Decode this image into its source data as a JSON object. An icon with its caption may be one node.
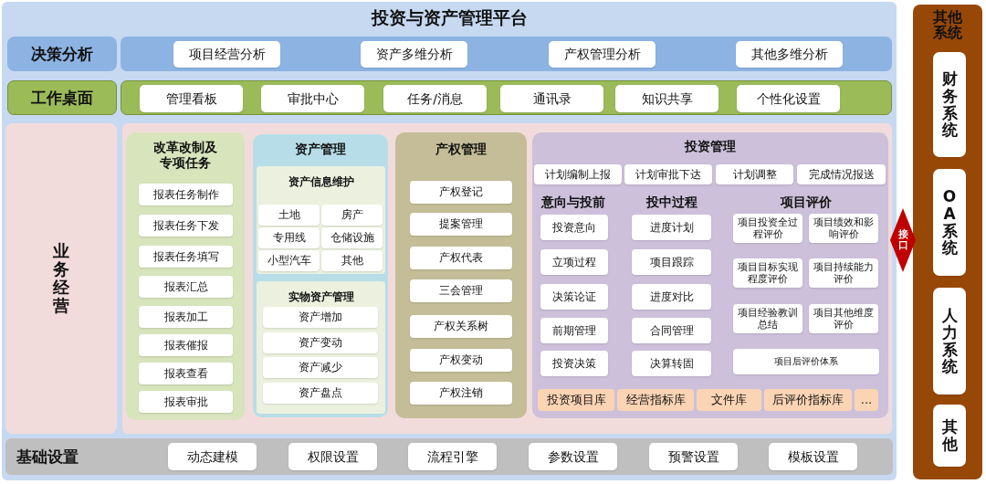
{
  "diagram": {
    "title": "投资与资产管理平台",
    "nodes": [
      {
        "text": [],
        "shape": "box"
      },
      {
        "text": [
          "决策分析"
        ],
        "in": 0
      },
      {
        "text": [],
        "shape": "bar",
        "in": 0
      },
      {
        "text": [
          "项目经营分析"
        ],
        "in": 2
      },
      {
        "text": [
          "资产多维分析"
        ],
        "in": 2
      },
      {
        "text": [
          "产权管理分析"
        ],
        "in": 2
      },
      {
        "text": [
          "其他多维分析"
        ],
        "in": 2
      },
      {
        "text": [
          "工作桌面"
        ],
        "in": 0
      },
      {
        "text": [],
        "shape": "bar",
        "in": 0
      },
      {
        "text": [
          "管理看板"
        ],
        "in": 8
      },
      {
        "text": [
          "审批中心"
        ],
        "in": 8
      },
      {
        "text": [
          "任务/消息"
        ],
        "in": 8
      },
      {
        "text": [
          "通讯录"
        ],
        "in": 8
      },
      {
        "text": [
          "知识共享"
        ],
        "in": 8
      },
      {
        "text": [
          "个性化设置"
        ],
        "in": 8
      },
      {
        "text": [
          "业务经营"
        ],
        "in": 0
      },
      {
        "text": [],
        "shape": "box",
        "in": 0
      },
      {
        "text": [
          "改革改制及专项任务"
        ],
        "in": 16
      },
      {
        "text": [
          "报表任务制作"
        ],
        "in": 17
      },
      {
        "text": [
          "报表任务下发"
        ],
        "in": 17
      },
      {
        "text": [
          "报表任务填写"
        ],
        "in": 17
      },
      {
        "text": [
          "报表汇总"
        ],
        "in": 17
      },
      {
        "text": [
          "报表加工"
        ],
        "in": 17
      },
      {
        "text": [
          "报表催报"
        ],
        "in": 17
      },
      {
        "text": [
          "报表查看"
        ],
        "in": 17
      },
      {
        "text": [
          "报表审批"
        ],
        "in": 17
      },
      {
        "text": [
          "资产管理"
        ],
        "in": 16
      },
      {
        "text": [
          "资产信息维护"
        ],
        "in": 26
      },
      {
        "text": [
          "土地"
        ],
        "in": 27
      },
      {
        "text": [
          "房产"
        ],
        "in": 27
      },
      {
        "text": [
          "专用线"
        ],
        "in": 27
      },
      {
        "text": [
          "仓储设施"
        ],
        "in": 27
      },
      {
        "text": [
          "小型汽车"
        ],
        "in": 27
      },
      {
        "text": [
          "其他"
        ],
        "in": 27
      },
      {
        "text": [
          "实物资产管理"
        ],
        "in": 26
      },
      {
        "text": [
          "资产增加"
        ],
        "in": 34
      },
      {
        "text": [
          "资产变动"
        ],
        "in": 34
      },
      {
        "text": [
          "资产减少"
        ],
        "in": 34
      },
      {
        "text": [
          "资产盘点"
        ],
        "in": 34
      },
      {
        "text": [
          "产权管理"
        ],
        "in": 16
      },
      {
        "text": [
          "产权登记"
        ],
        "in": 39
      },
      {
        "text": [
          "提案管理"
        ],
        "in": 39
      },
      {
        "text": [
          "产权代表"
        ],
        "in": 39
      },
      {
        "text": [
          "三会管理"
        ],
        "in": 39
      },
      {
        "text": [
          "产权关系树"
        ],
        "in": 39
      },
      {
        "text": [
          "产权变动"
        ],
        "in": 39
      },
      {
        "text": [
          "产权注销"
        ],
        "in": 39
      },
      {
        "text": [
          "投资管理"
        ],
        "in": 16
      },
      {
        "text": [
          "计划编制上报"
        ],
        "in": 47
      },
      {
        "text": [
          "计划审批下达"
        ],
        "in": 47
      },
      {
        "text": [
          "计划调整"
        ],
        "in": 47
      },
      {
        "text": [
          "完成情况报送"
        ],
        "in": 47
      },
      {
        "text": [
          "投资意向"
        ],
        "in": 47
      },
      {
        "text": [
          "立项过程"
        ],
        "in": 47
      },
      {
        "text": [
          "决策论证"
        ],
        "in": 47
      },
      {
        "text": [
          "前期管理"
        ],
        "in": 47
      },
      {
        "text": [
          "投资决策"
        ],
        "in": 47
      },
      {
        "text": [
          "进度计划"
        ],
        "in": 47
      },
      {
        "text": [
          "项目跟踪"
        ],
        "in": 47
      },
      {
        "text": [
          "进度对比"
        ],
        "in": 47
      },
      {
        "text": [
          "合同管理"
        ],
        "in": 47
      },
      {
        "text": [
          "决算转固"
        ],
        "in": 47
      },
      {
        "text": [
          "项目投资全过程评价"
        ],
        "in": 47
      },
      {
        "text": [
          "项目绩效和影响评价"
        ],
        "in": 47
      },
      {
        "text": [
          "项目目标实现程度评价"
        ],
        "in": 47
      },
      {
        "text": [
          "项目持续能力评价"
        ],
        "in": 47
      },
      {
        "text": [
          "项目经验教训总结"
        ],
        "in": 47
      },
      {
        "text": [
          "项目其他维度评价"
        ],
        "in": 47
      },
      {
        "text": [
          "项目后评价体系"
        ],
        "in": 47
      },
      {
        "text": [
          "投资项目库"
        ],
        "in": 47
      },
      {
        "text": [
          "经营指标库"
        ],
        "in": 47
      },
      {
        "text": [
          "文件库"
        ],
        "in": 47
      },
      {
        "text": [
          "后评价指标库"
        ],
        "in": 47
      },
      {
        "text": [
          "..."
        ],
        "in": 47
      },
      {
        "text": [
          "基础设置"
        ],
        "in": 0
      },
      {
        "text": [
          "动态建模"
        ],
        "in": 74
      },
      {
        "text": [
          "权限设置"
        ],
        "in": 74
      },
      {
        "text": [
          "流程引擎"
        ],
        "in": 74
      },
      {
        "text": [
          "参数设置"
        ],
        "in": 74
      },
      {
        "text": [
          "预警设置"
        ],
        "in": 74
      },
      {
        "text": [
          "模板设置"
        ],
        "in": 74
      },
      {
        "text": [
          "其他系统"
        ]
      },
      {
        "text": [
          "财务系统"
        ],
        "in": 81
      },
      {
        "text": [
          "OA系统"
        ],
        "in": 81
      },
      {
        "text": [
          "人力系统"
        ],
        "in": 81
      },
      {
        "text": [
          "其他"
        ],
        "in": 81
      },
      {
        "text": [
          "接口"
        ]
      }
    ],
    "labels": [
      "意向与投前",
      "投中过程",
      "项目评价"
    ]
  }
}
